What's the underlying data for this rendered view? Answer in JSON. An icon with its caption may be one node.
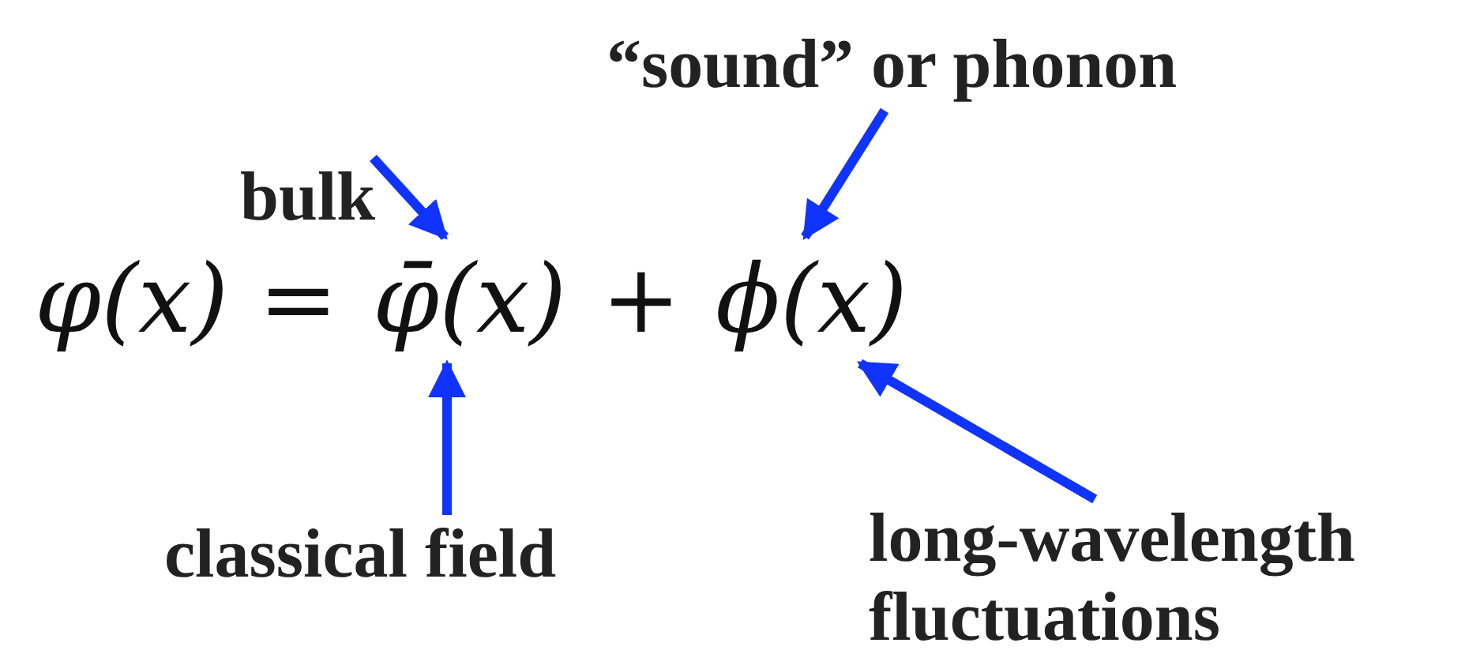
{
  "diagram": {
    "nodes": [
      {
        "text": [
          "bulk"
        ]
      },
      {
        "text": [
          "“sound” or phonon"
        ]
      },
      {
        "text": [
          "φ̄(x)"
        ]
      },
      {
        "text": [
          "ϕ(x)"
        ]
      },
      {
        "text": [
          "classical field"
        ]
      },
      {
        "text": [
          "long-wavelength fluctuations"
        ]
      }
    ],
    "edges": [
      {
        "from": 0,
        "to": 2,
        "arrow": "to"
      },
      {
        "from": 1,
        "to": 3,
        "arrow": "to"
      },
      {
        "from": 4,
        "to": 2,
        "arrow": "to"
      },
      {
        "from": 5,
        "to": 3,
        "arrow": "to"
      }
    ],
    "labels": [
      "φ(x) =",
      "+"
    ]
  }
}
